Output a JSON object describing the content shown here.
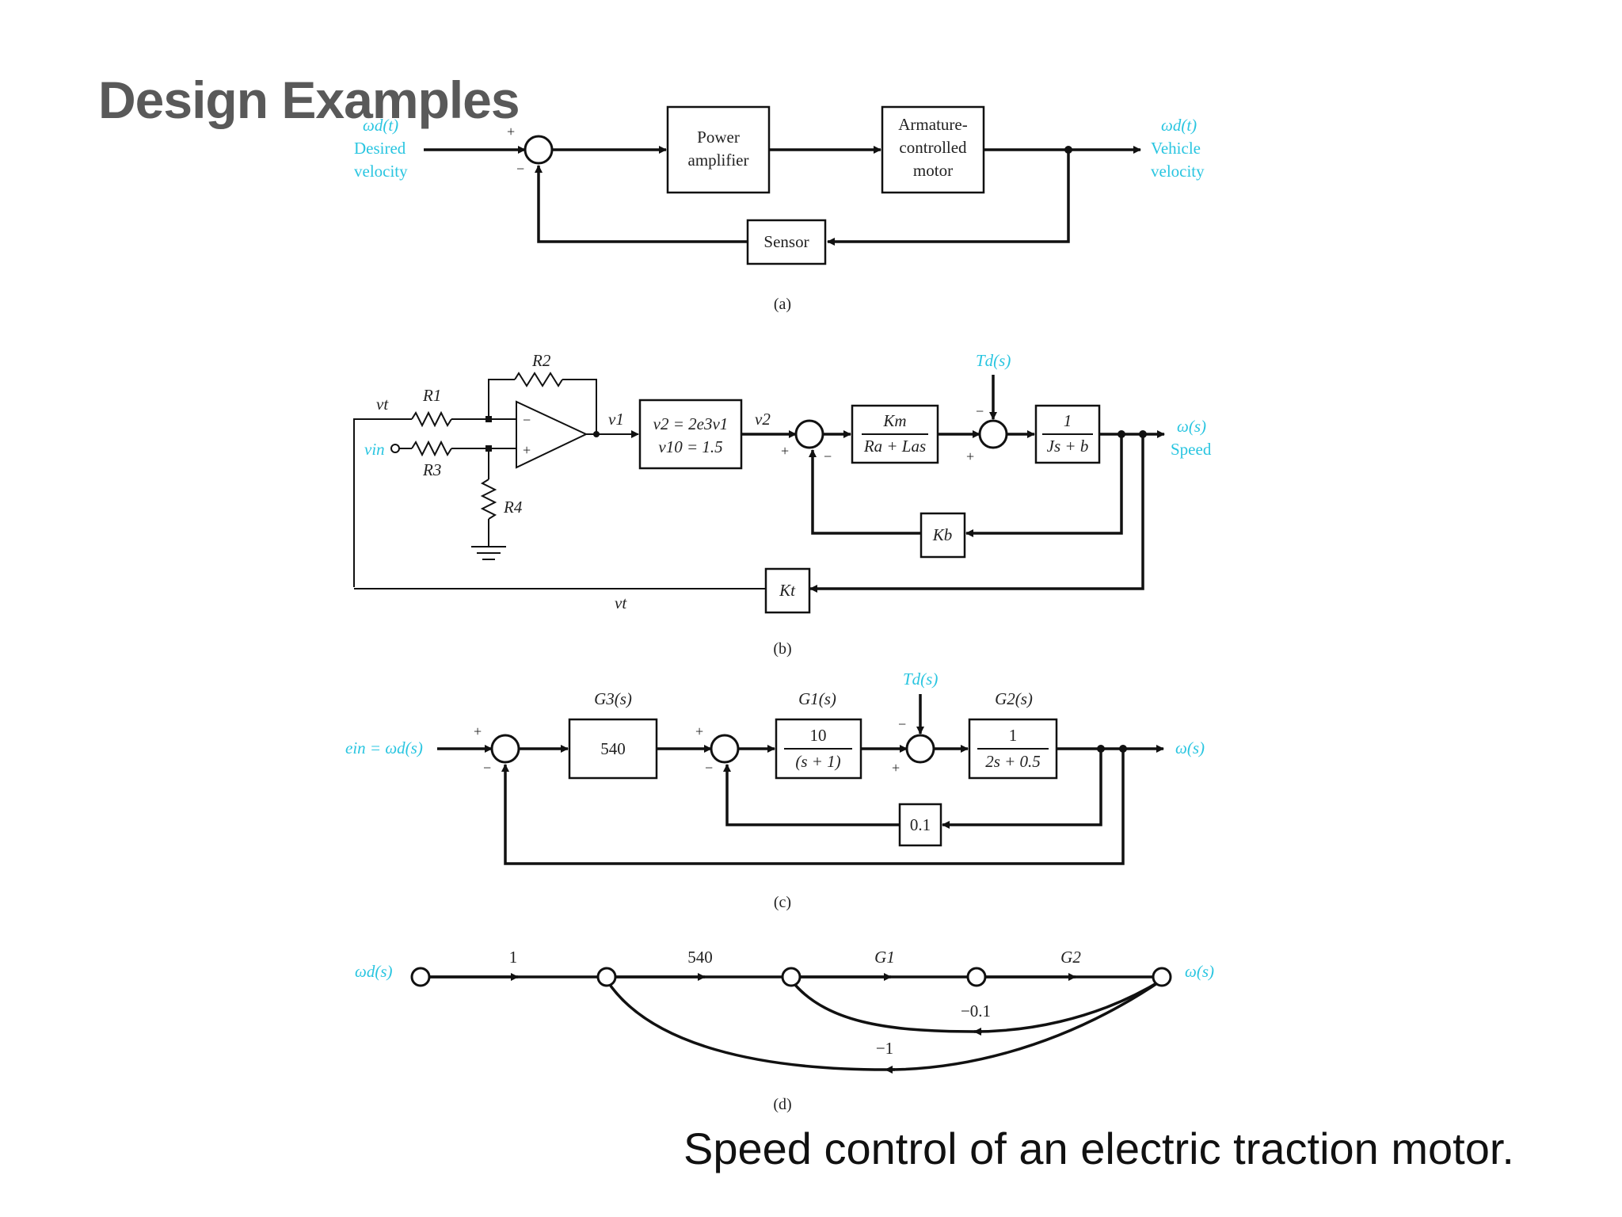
{
  "slide": {
    "title": "Design Examples",
    "caption": "Speed control of an electric traction motor."
  },
  "colors": {
    "title": "#595959",
    "annotation": "#29c5e0",
    "line": "#111111"
  },
  "diagram_a": {
    "input_label_1": "ωd(t)",
    "input_label_2": "Desired",
    "input_label_3": "velocity",
    "sign_plus": "+",
    "sign_minus": "−",
    "block_amp_1": "Power",
    "block_amp_2": "amplifier",
    "block_motor_1": "Armature-",
    "block_motor_2": "controlled",
    "block_motor_3": "motor",
    "output_label_1": "ωd(t)",
    "output_label_2": "Vehicle",
    "output_label_3": "velocity",
    "block_sensor": "Sensor",
    "label": "(a)"
  },
  "diagram_b": {
    "r2": "R2",
    "r1": "R1",
    "r3": "R3",
    "r4": "R4",
    "vt_in": "vt",
    "vin": "vin",
    "opamp_minus": "−",
    "opamp_plus": "+",
    "v1": "v1",
    "nl_line1": "v2 = 2e3v1",
    "nl_line2": "v10 = 1.5",
    "v2": "v2",
    "td": "Td(s)",
    "km_num": "Km",
    "km_den": "Ra + Las",
    "j_num": "1",
    "j_den": "Js + b",
    "kb": "Kb",
    "kt": "Kt",
    "vt_fb": "vt",
    "out_1": "ω(s)",
    "out_2": "Speed",
    "plus": "+",
    "minus": "−",
    "label": "(b)"
  },
  "diagram_c": {
    "input": "ein = ωd(s)",
    "g3_label": "G3(s)",
    "g3_val": "540",
    "g1_label": "G1(s)",
    "g1_num": "10",
    "g1_den": "(s + 1)",
    "td": "Td(s)",
    "g2_label": "G2(s)",
    "g2_num": "1",
    "g2_den": "2s + 0.5",
    "fb_val": "0.1",
    "output": "ω(s)",
    "plus": "+",
    "minus": "−",
    "label": "(c)"
  },
  "diagram_d": {
    "input": "ωd(s)",
    "b1": "1",
    "b2": "540",
    "b3": "G1",
    "b4": "G2",
    "fb1": "−0.1",
    "fb2": "−1",
    "output": "ω(s)",
    "label": "(d)"
  }
}
